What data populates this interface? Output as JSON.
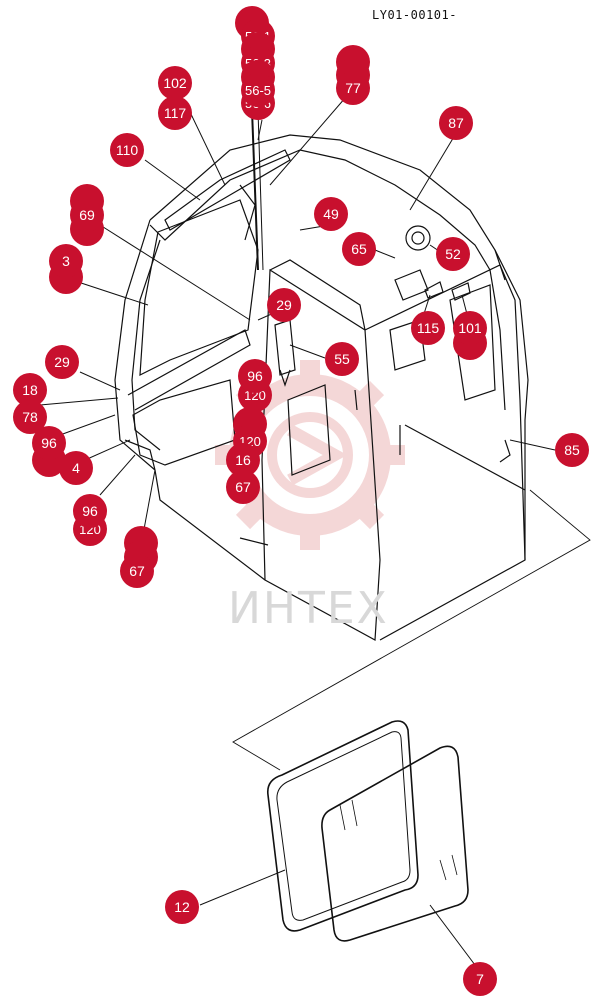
{
  "document": {
    "id": "LY01-00101-"
  },
  "watermark": {
    "text": "ИНТЕХ",
    "color": "#e6b5b5"
  },
  "callout_color": "#c8102e",
  "callouts": {
    "c_top1": "",
    "c_56_1": "56-1",
    "c_56_2": "",
    "c_56_3": "56-3",
    "c_56_4": "",
    "c_56_5": "56-5",
    "c_56_6": "56-6",
    "c_77a": "",
    "c_77": "77",
    "c_102": "102",
    "c_117": "117",
    "c_110": "110",
    "c_87": "87",
    "c_69a": "",
    "c_69": "69",
    "c_69b": "",
    "c_49": "49",
    "c_65": "65",
    "c_52": "52",
    "c_3": "3",
    "c_3b": "",
    "c_29_center": "29",
    "c_115": "115",
    "c_101": "101",
    "c_101b": "",
    "c_55": "55",
    "c_29_left": "29",
    "c_96_center": "96",
    "c_120_center": "120",
    "c_18": "18",
    "c_78": "78",
    "c_96_left": "96",
    "c_4": "4",
    "c_120_left": "",
    "c_20": "",
    "c_120b": "120",
    "c_16": "16",
    "c_67_center": "67",
    "c_85": "85",
    "c_96_lower": "96",
    "c_120_lower": "120",
    "c_67a": "",
    "c_67_lower": "67",
    "c_12": "12",
    "c_7": "7"
  }
}
